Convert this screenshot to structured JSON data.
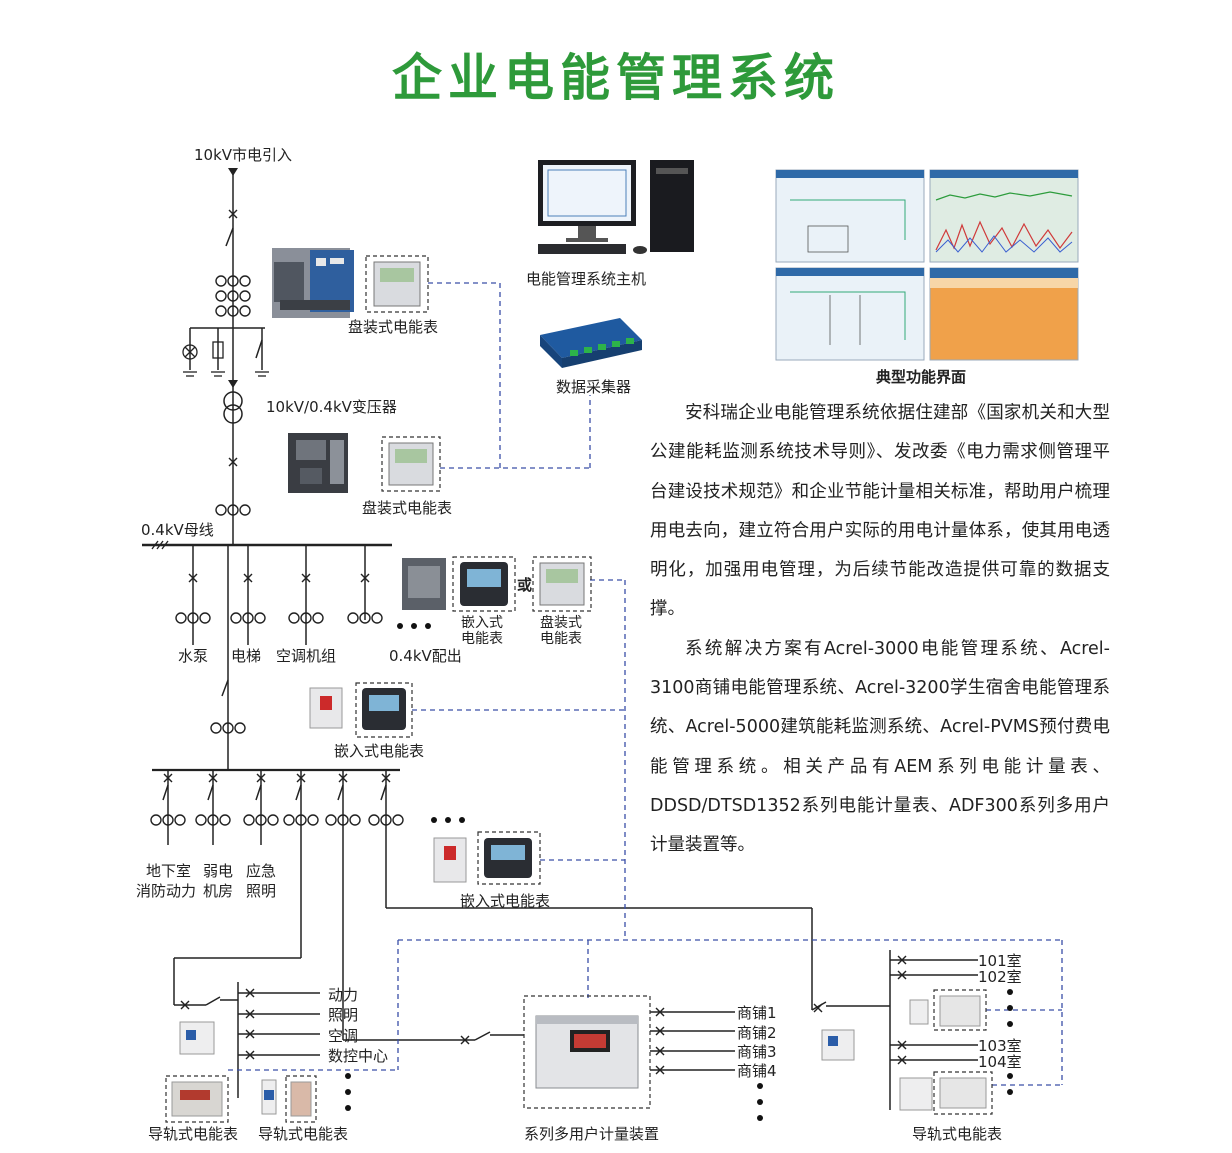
{
  "title": "企业电能管理系统",
  "labels": {
    "incoming": "10kV市电引入",
    "transformer": "10kV/0.4kV变压器",
    "bus": "0.4kV母线",
    "water_pump": "水泵",
    "elevator": "电梯",
    "hvac": "空调机组",
    "dist": "0.4kV配出",
    "meter_panel_1": "盘装式电能表",
    "meter_panel_2": "盘装式电能表",
    "meter_embed_a": "嵌入式",
    "meter_embed_b": "电能表",
    "or": "或",
    "meter_panel_3a": "盘装式",
    "meter_panel_3b": "电能表",
    "meter_embed_2": "嵌入式电能表",
    "meter_embed_3": "嵌入式电能表",
    "basement_a": "地下室",
    "basement_b": "消防动力",
    "weak_a": "弱电",
    "weak_b": "机房",
    "emergency_a": "应急",
    "emergency_b": "照明",
    "host": "电能管理系统主机",
    "collector": "数据采集器",
    "typical_ui": "典型功能界面",
    "power": "动力",
    "lighting": "照明",
    "aircon": "空调",
    "cnc": "数控中心",
    "shop1": "商铺1",
    "shop2": "商铺2",
    "shop3": "商铺3",
    "shop4": "商铺4",
    "room101": "101室",
    "room102": "102室",
    "room103": "103室",
    "room104": "104室",
    "rail_meter_1": "导轨式电能表",
    "rail_meter_2": "导轨式电能表",
    "multi_user": "系列多用户计量装置",
    "rail_meter_3": "导轨式电能表"
  },
  "description": {
    "p1": "安科瑞企业电能管理系统依据住建部《国家机关和大型公建能耗监测系统技术导则》、发改委《电力需求侧管理平台建设技术规范》和企业节能计量相关标准，帮助用户梳理用电去向，建立符合用户实际的用电计量体系，使其用电透明化，加强用电管理，为后续节能改造提供可靠的数据支撑。",
    "p2": "系统解决方案有Acrel-3000电能管理系统、Acrel-3100商铺电能管理系统、Acrel-3200学生宿舍电能管理系统、Acrel-5000建筑能耗监测系统、Acrel-PVMS预付费电能管理系统。相关产品有AEM系列电能计量表、DDSD/DTSD1352系列电能计量表、ADF300系列多用户计量装置等。"
  },
  "colors": {
    "title": "#2e9a3a",
    "line": "#222222",
    "dashed": "#3a4fa8"
  }
}
